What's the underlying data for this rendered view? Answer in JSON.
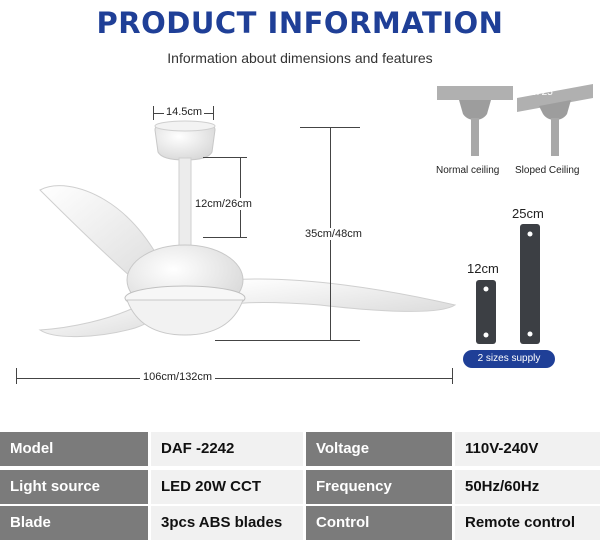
{
  "header": {
    "title": "PRODUCT INFORMATION",
    "subtitle": "Information about dimensions and features"
  },
  "dimensions": {
    "canopy_width": "14.5cm",
    "downrod_length": "12cm/26cm",
    "total_height": "35cm/48cm",
    "blade_span": "106cm/132cm"
  },
  "ceiling": {
    "max_angle": "Max 25°",
    "normal_label": "Normal ceiling",
    "sloped_label": "Sloped Ceiling"
  },
  "downrods": {
    "long_label": "25cm",
    "short_label": "12cm",
    "supply_badge": "2 sizes supply"
  },
  "specs": {
    "rows": [
      {
        "label1": "Model",
        "value1": "DAF -2242",
        "label2": "Voltage",
        "value2": "110V-240V"
      },
      {
        "label1": "Light source",
        "value1": "LED 20W CCT",
        "label2": "Frequency",
        "value2": "50Hz/60Hz"
      },
      {
        "label1": "Blade",
        "value1": "3pcs ABS blades",
        "label2": "Control",
        "value2": "Remote control"
      }
    ]
  },
  "colors": {
    "title_blue": "#1f3f97",
    "label_gray": "#7b7b7b",
    "value_bg": "#f1f1f1"
  }
}
